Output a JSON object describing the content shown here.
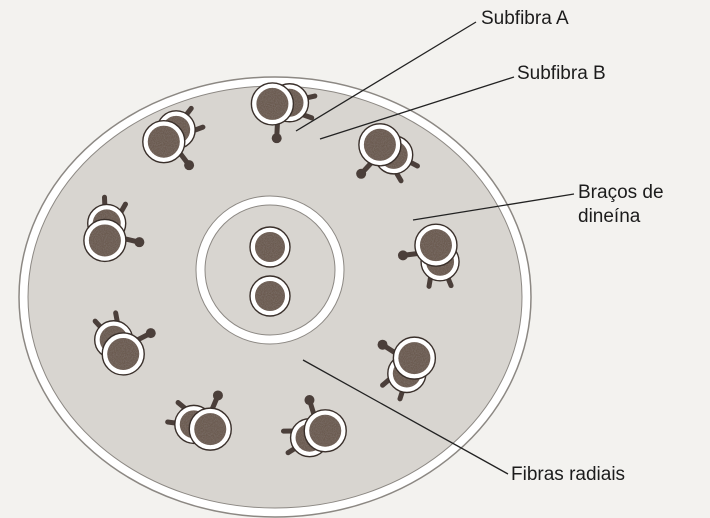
{
  "labels": {
    "subfiber_a": "Subfibra A",
    "subfiber_b": "Subfibra B",
    "dynein_arms_line1": "Braços de",
    "dynein_arms_line2": "dineína",
    "radial_fibers": "Fibras radiais"
  },
  "structure": {
    "outer_doublet_count": 9,
    "central_singlet_count": 2
  },
  "colors": {
    "background": "#f3f2ef",
    "cytoplasm": "#d8d5d0",
    "membrane": "#ffffff",
    "microtubule": "#6a5a50",
    "tubule_ring": "#ffffff",
    "arm": "#4b3f3a",
    "leader_line": "#222222"
  }
}
